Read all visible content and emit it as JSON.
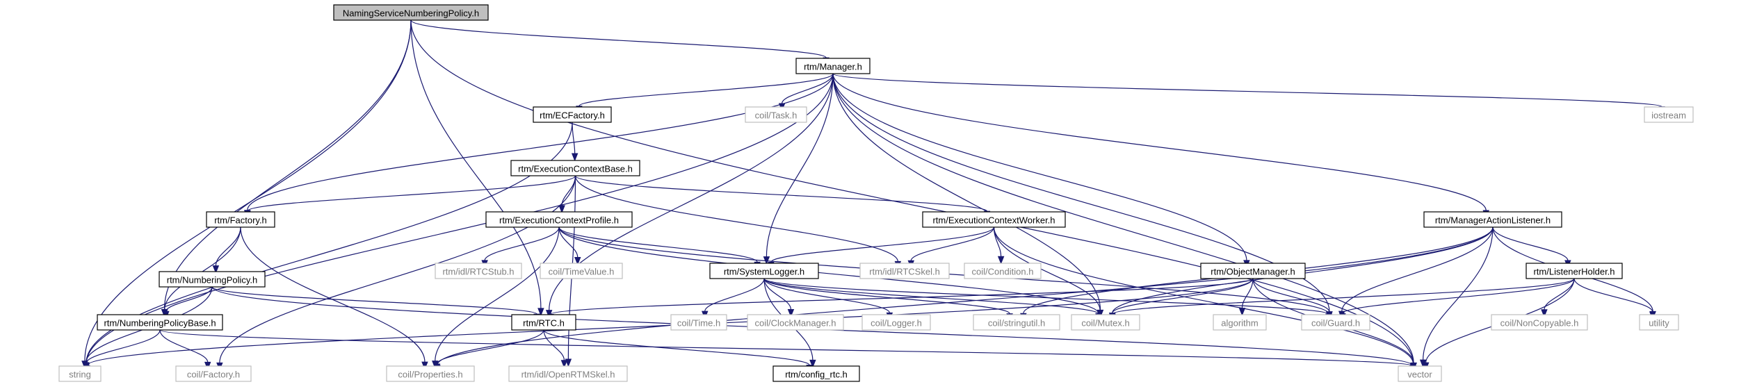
{
  "colors": {
    "edge": "#191970",
    "root_fill": "#bfbfbf",
    "node_fill": "#ffffff",
    "node_border": "#000000",
    "external_border": "#bfbfbf",
    "external_text": "#7f7f7f",
    "text": "#000000"
  },
  "nodes": {
    "root": "NamingServiceNumberingPolicy.h",
    "manager": "rtm/Manager.h",
    "ecfactory": "rtm/ECFactory.h",
    "task": "coil/Task.h",
    "iostream": "iostream",
    "ecbase": "rtm/ExecutionContextBase.h",
    "factory": "rtm/Factory.h",
    "ecprofile": "rtm/ExecutionContextProfile.h",
    "ecworker": "rtm/ExecutionContextWorker.h",
    "malistener": "rtm/ManagerActionListener.h",
    "rtcstub": "rtm/idl/RTCStub.h",
    "timevalue": "coil/TimeValue.h",
    "syslogger": "rtm/SystemLogger.h",
    "rtcskel": "rtm/idl/RTCSkel.h",
    "condition": "coil/Condition.h",
    "objmanager": "rtm/ObjectManager.h",
    "lholder": "rtm/ListenerHolder.h",
    "numpolicy": "rtm/NumberingPolicy.h",
    "time": "coil/Time.h",
    "clockmgr": "coil/ClockManager.h",
    "logger": "coil/Logger.h",
    "stringutil": "coil/stringutil.h",
    "mutex": "coil/Mutex.h",
    "algorithm": "algorithm",
    "guard": "coil/Guard.h",
    "noncopyable": "coil/NonCopyable.h",
    "utility": "utility",
    "npbase": "rtm/NumberingPolicyBase.h",
    "rtc": "rtm/RTC.h",
    "string": "string",
    "coilfactory": "coil/Factory.h",
    "properties": "coil/Properties.h",
    "openrtmskel": "rtm/idl/OpenRTMSkel.h",
    "configrtc": "rtm/config_rtc.h",
    "vector": "vector"
  },
  "edges": [
    [
      "root",
      "manager"
    ],
    [
      "root",
      "string"
    ],
    [
      "root",
      "npbase"
    ],
    [
      "root",
      "rtc"
    ],
    [
      "root",
      "vector"
    ],
    [
      "manager",
      "ecfactory"
    ],
    [
      "manager",
      "task"
    ],
    [
      "manager",
      "iostream"
    ],
    [
      "manager",
      "factory"
    ],
    [
      "manager",
      "syslogger"
    ],
    [
      "manager",
      "rtc"
    ],
    [
      "manager",
      "mutex"
    ],
    [
      "manager",
      "objmanager"
    ],
    [
      "manager",
      "guard"
    ],
    [
      "manager",
      "malistener"
    ],
    [
      "manager",
      "vector"
    ],
    [
      "manager",
      "string"
    ],
    [
      "ecfactory",
      "ecbase"
    ],
    [
      "ecfactory",
      "string"
    ],
    [
      "ecbase",
      "factory"
    ],
    [
      "ecbase",
      "ecprofile"
    ],
    [
      "ecbase",
      "ecworker"
    ],
    [
      "ecbase",
      "rtcskel"
    ],
    [
      "ecbase",
      "openrtmskel"
    ],
    [
      "ecbase",
      "coilfactory"
    ],
    [
      "factory",
      "numpolicy"
    ],
    [
      "factory",
      "npbase"
    ],
    [
      "factory",
      "properties"
    ],
    [
      "ecprofile",
      "rtcstub"
    ],
    [
      "ecprofile",
      "timevalue"
    ],
    [
      "ecprofile",
      "syslogger"
    ],
    [
      "ecprofile",
      "properties"
    ],
    [
      "ecprofile",
      "mutex"
    ],
    [
      "ecprofile",
      "guard"
    ],
    [
      "ecworker",
      "syslogger"
    ],
    [
      "ecworker",
      "rtcskel"
    ],
    [
      "ecworker",
      "condition"
    ],
    [
      "ecworker",
      "mutex"
    ],
    [
      "ecworker",
      "vector"
    ],
    [
      "malistener",
      "lholder"
    ],
    [
      "malistener",
      "mutex"
    ],
    [
      "malistener",
      "guard"
    ],
    [
      "malistener",
      "utility"
    ],
    [
      "malistener",
      "vector"
    ],
    [
      "malistener",
      "stringutil"
    ],
    [
      "malistener",
      "properties"
    ],
    [
      "lholder",
      "mutex"
    ],
    [
      "lholder",
      "guard"
    ],
    [
      "lholder",
      "noncopyable"
    ],
    [
      "lholder",
      "utility"
    ],
    [
      "lholder",
      "vector"
    ],
    [
      "objmanager",
      "rtc"
    ],
    [
      "objmanager",
      "mutex"
    ],
    [
      "objmanager",
      "algorithm"
    ],
    [
      "objmanager",
      "guard"
    ],
    [
      "objmanager",
      "vector"
    ],
    [
      "objmanager",
      "string"
    ],
    [
      "syslogger",
      "time"
    ],
    [
      "syslogger",
      "clockmgr"
    ],
    [
      "syslogger",
      "logger"
    ],
    [
      "syslogger",
      "stringutil"
    ],
    [
      "syslogger",
      "mutex"
    ],
    [
      "syslogger",
      "guard"
    ],
    [
      "syslogger",
      "configrtc"
    ],
    [
      "numpolicy",
      "npbase"
    ],
    [
      "numpolicy",
      "rtc"
    ],
    [
      "numpolicy",
      "vector"
    ],
    [
      "numpolicy",
      "string"
    ],
    [
      "npbase",
      "string"
    ],
    [
      "npbase",
      "coilfactory"
    ],
    [
      "npbase",
      "vector"
    ],
    [
      "rtc",
      "properties"
    ],
    [
      "rtc",
      "openrtmskel"
    ],
    [
      "rtc",
      "configrtc"
    ]
  ]
}
